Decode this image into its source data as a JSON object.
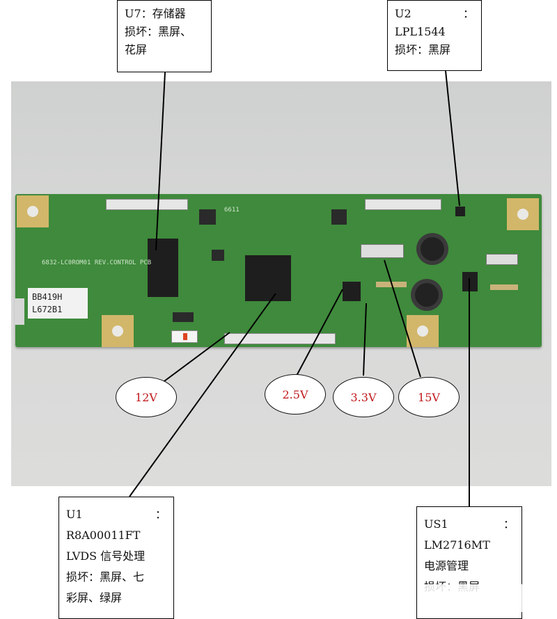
{
  "boards": {
    "sticker_line1": "BB419H",
    "sticker_line2": "L672B1",
    "silk_code": "6611",
    "silk_left": "6832-LC0ROM01   REV.CONTROL PCB"
  },
  "callouts": {
    "u7": {
      "line1": "U7：存储器",
      "line2": "损坏：黑屏、",
      "line3": "花屏"
    },
    "u2": {
      "ref": "U2",
      "colon": "：",
      "line2": "LPL1544",
      "line3": "损坏：黑屏"
    },
    "u1": {
      "ref": "U1",
      "colon": "：",
      "line2": "R8A00011FT",
      "line3": "LVDS 信号处理",
      "line4": "损坏：黑屏、七",
      "line5": "彩屏、绿屏"
    },
    "us1": {
      "ref": "US1",
      "colon": "：",
      "line2": "LM2716MT",
      "line3": "电源管理",
      "line4": "损坏：黑屏"
    }
  },
  "voltages": {
    "v12": "12V",
    "v25": "2.5V",
    "v33": "3.3V",
    "v15": "15V"
  },
  "colors": {
    "pcb": "#3f8a3c",
    "voltage_text": "#c0191c",
    "callout_border": "#000000"
  }
}
